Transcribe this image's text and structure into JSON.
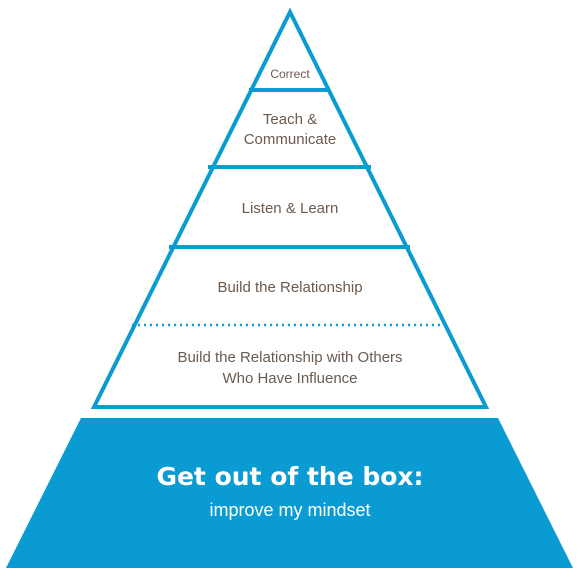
{
  "colors": {
    "accent": "#0a9bd3",
    "text": "#6b5a4e",
    "background": "#ffffff"
  },
  "pyramid": {
    "tiers": [
      {
        "lines": [
          "Correct"
        ]
      },
      {
        "lines": [
          "Teach &",
          "Communicate"
        ]
      },
      {
        "lines": [
          "Listen & Learn"
        ]
      },
      {
        "lines": [
          "Build the Relationship"
        ]
      },
      {
        "lines": [
          "Build the Relationship with Others",
          "Who Have Influence"
        ]
      }
    ],
    "base": {
      "title": "Get out of the box:",
      "subtitle": "improve my mindset"
    }
  }
}
